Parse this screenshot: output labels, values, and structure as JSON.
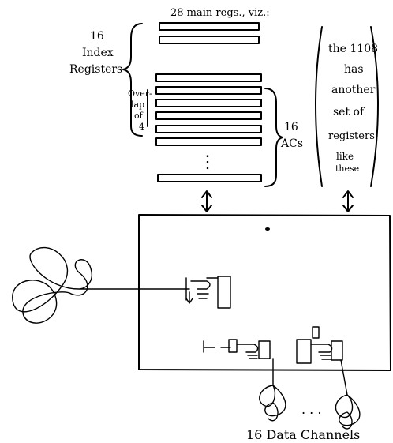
{
  "header": {
    "main_regs": "28 main regs., viz.:"
  },
  "left_labels": {
    "index_count": "16",
    "index_line1": "Index",
    "index_line2": "Registers",
    "overlap_l1": "Over-",
    "overlap_l2": "lap",
    "overlap_l3": "of",
    "overlap_l4": "4"
  },
  "right_labels": {
    "acs_count": "16",
    "acs_text": "ACs"
  },
  "note": {
    "lines": [
      "the 1108",
      "has",
      "another",
      "set of",
      "registers",
      "like",
      "these"
    ]
  },
  "dots": {
    "vertical": "⋮",
    "horizontal": ". . ."
  },
  "footer": {
    "channels": "16  Data Channels"
  }
}
